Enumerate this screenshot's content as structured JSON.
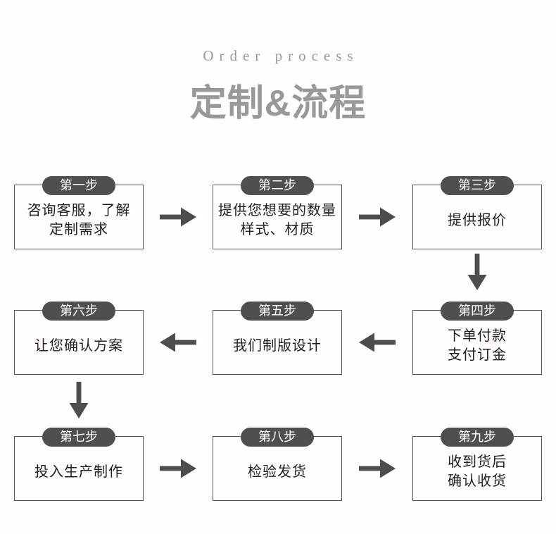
{
  "header": {
    "subtitle": "Order process",
    "title": "定制&流程"
  },
  "steps": [
    {
      "label": "第一步",
      "line1": "咨询客服，了解",
      "line2": "定制需求"
    },
    {
      "label": "第二步",
      "line1": "提供您想要的数量",
      "line2": "样式、材质"
    },
    {
      "label": "第三步",
      "line1": "提供报价",
      "line2": ""
    },
    {
      "label": "第四步",
      "line1": "下单付款",
      "line2": "支付订金"
    },
    {
      "label": "第五步",
      "line1": "我们制版设计",
      "line2": ""
    },
    {
      "label": "第六步",
      "line1": "让您确认方案",
      "line2": ""
    },
    {
      "label": "第七步",
      "line1": "投入生产制作",
      "line2": ""
    },
    {
      "label": "第八步",
      "line1": "检验发货",
      "line2": ""
    },
    {
      "label": "第九步",
      "line1": "收到货后",
      "line2": "确认收货"
    }
  ],
  "flow_order": [
    "1→2",
    "2→3",
    "3↓4",
    "4←5",
    "5←6",
    "6↓7",
    "7→8",
    "8→9"
  ],
  "colors": {
    "background": "#fffdfd",
    "badge": "#4f4f4f",
    "badge_text": "#ffffff",
    "box_border": "#565656",
    "box_text": "#1f1f1f",
    "arrow": "#4d4d4d",
    "subtitle_text": "#9b9b9b",
    "title_text": "#999999"
  }
}
